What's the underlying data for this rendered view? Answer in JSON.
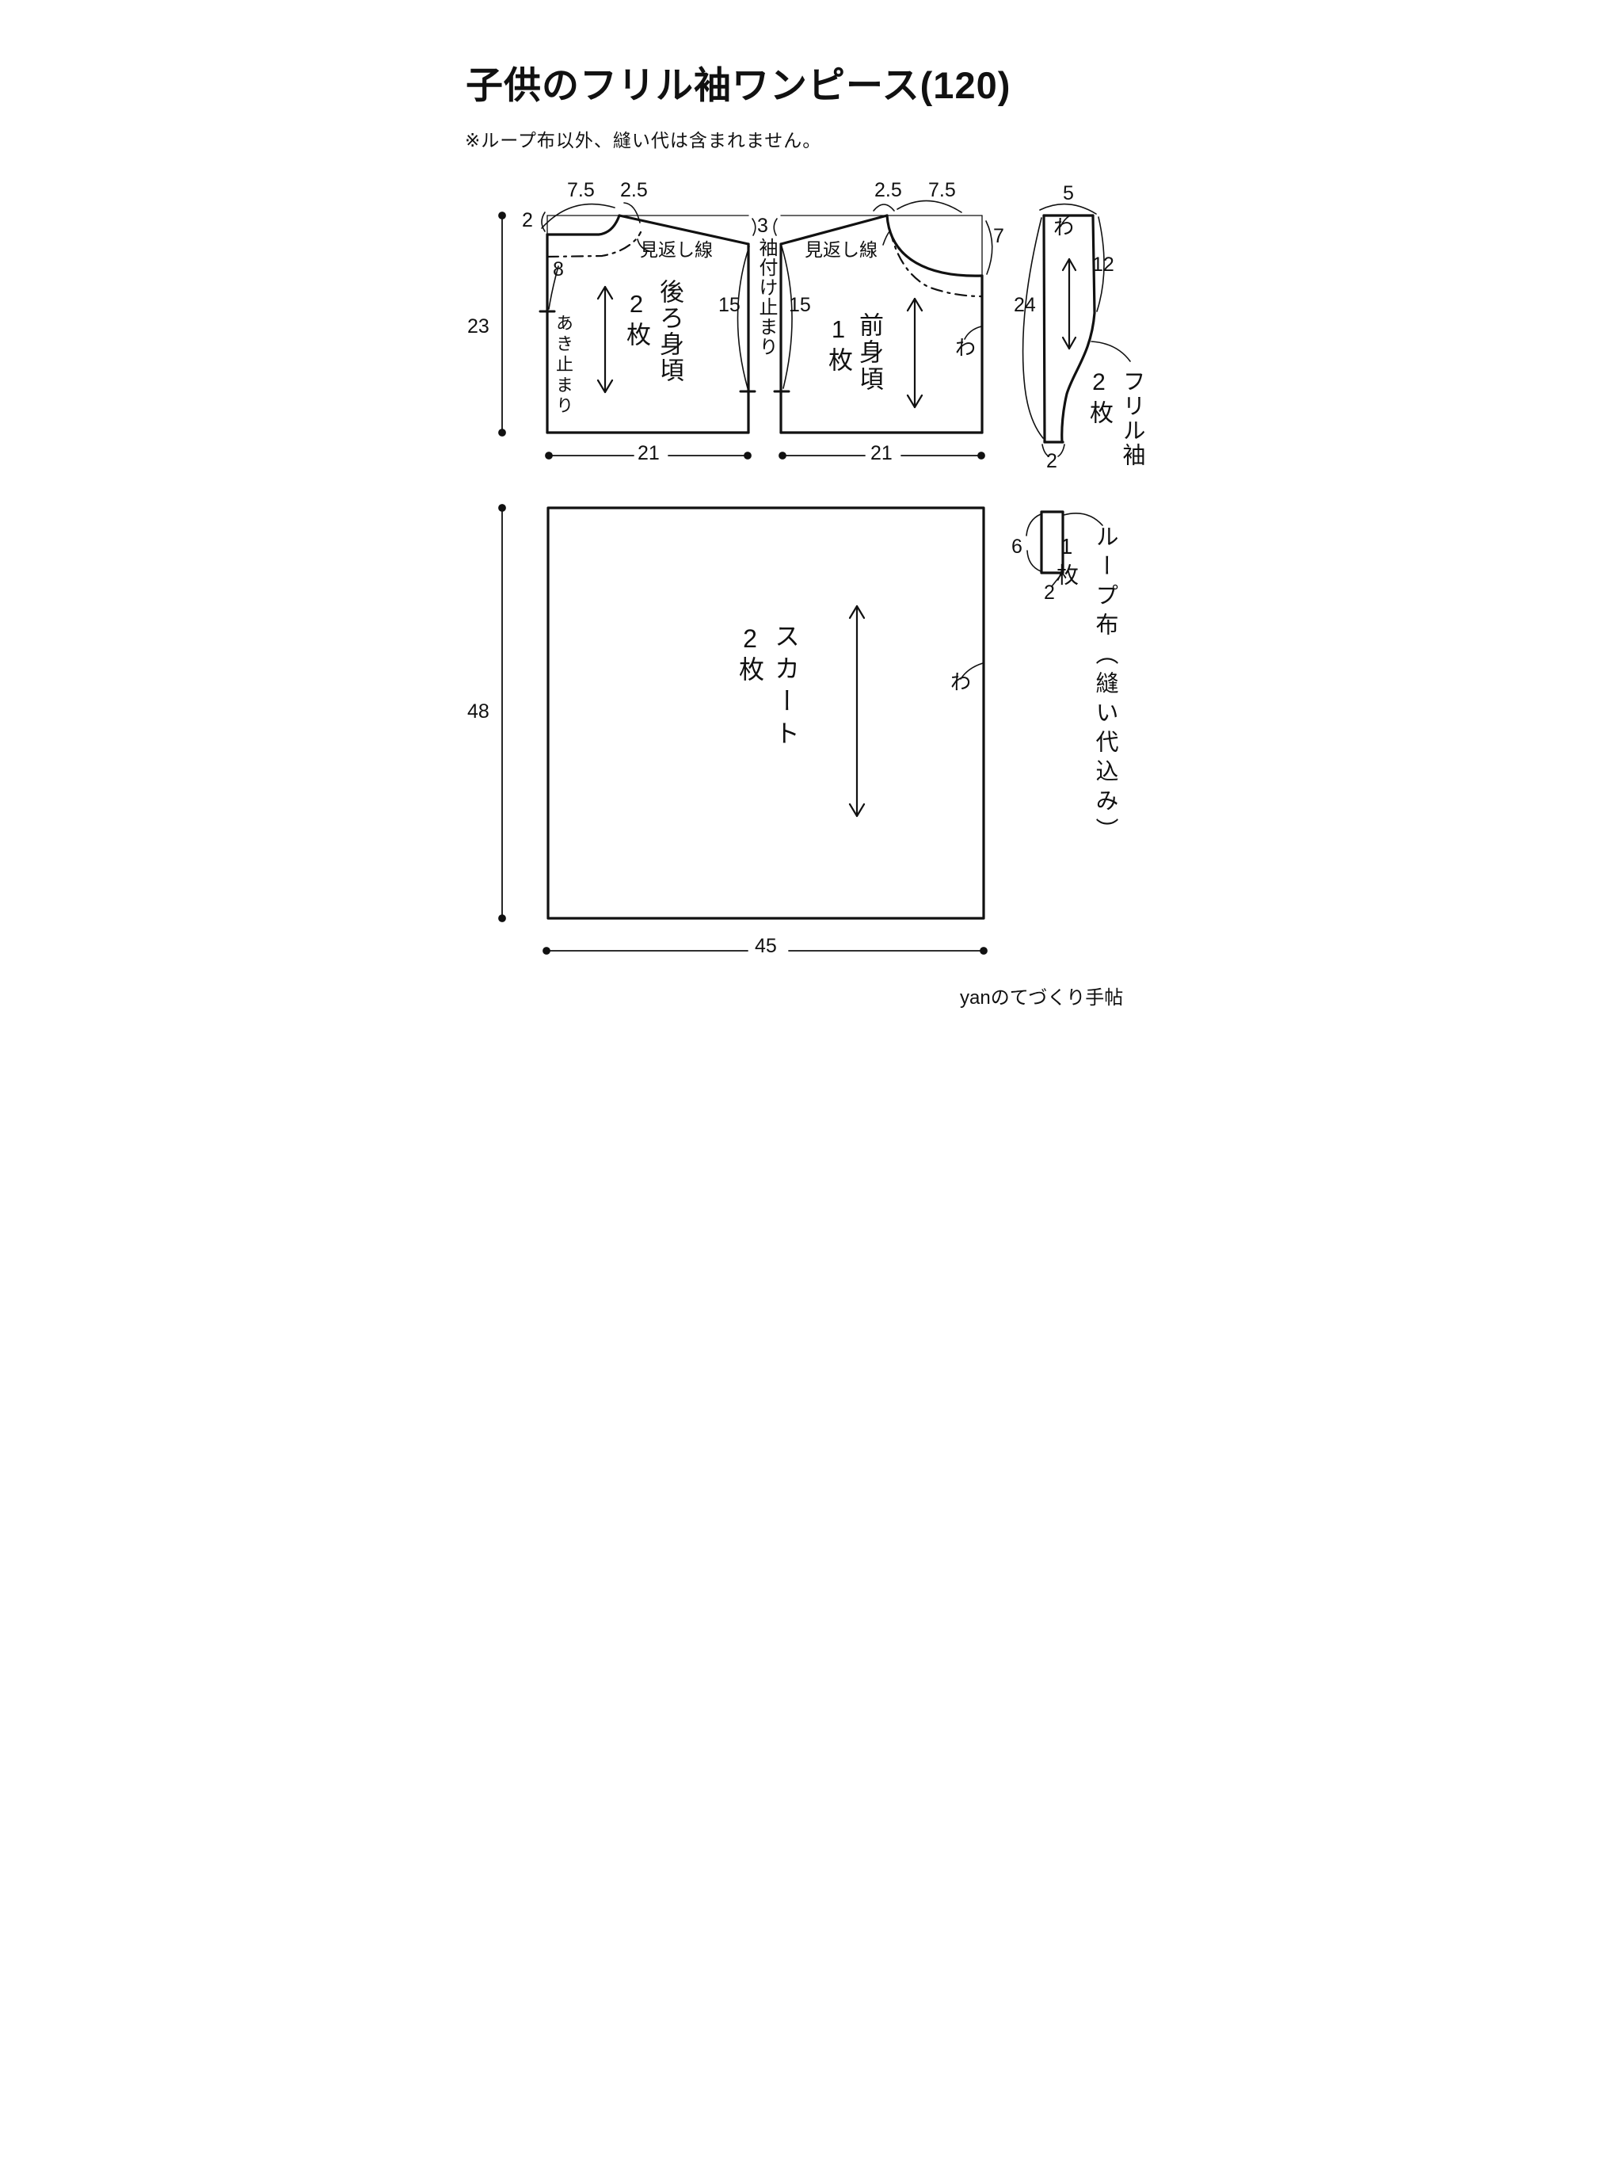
{
  "title": "子供のフリル袖ワンピース(120)",
  "note": "※ループ布以外、縫い代は含まれません。",
  "credit": "yanのてづくり手帖",
  "shared": {
    "facing_line": "見返し線",
    "fold": "わ",
    "sleeve_stop": "袖付け止まり",
    "shoulder_gap": "3"
  },
  "back": {
    "name": "後ろ身頃",
    "count": "2枚",
    "neck_width": "7.5",
    "shoulder_width": "2.5",
    "neck_drop": "2",
    "opening_length": "8",
    "opening_label": "あき止まり",
    "height": "23",
    "armhole_depth": "15",
    "width": "21"
  },
  "front": {
    "name": "前身頃",
    "count": "1枚",
    "shoulder_width": "2.5",
    "neck_width": "7.5",
    "neck_drop": "7",
    "armhole_depth": "15",
    "width": "21"
  },
  "sleeve": {
    "name": "フリル袖",
    "count": "2枚",
    "top_width": "5",
    "side_length": "12",
    "length": "24",
    "hem_width": "2"
  },
  "skirt": {
    "name": "スカート",
    "count": "2枚",
    "height": "48",
    "width": "45"
  },
  "loop": {
    "name": "ループ布（縫い代込み）",
    "count": "1枚",
    "height": "6",
    "width": "2"
  }
}
